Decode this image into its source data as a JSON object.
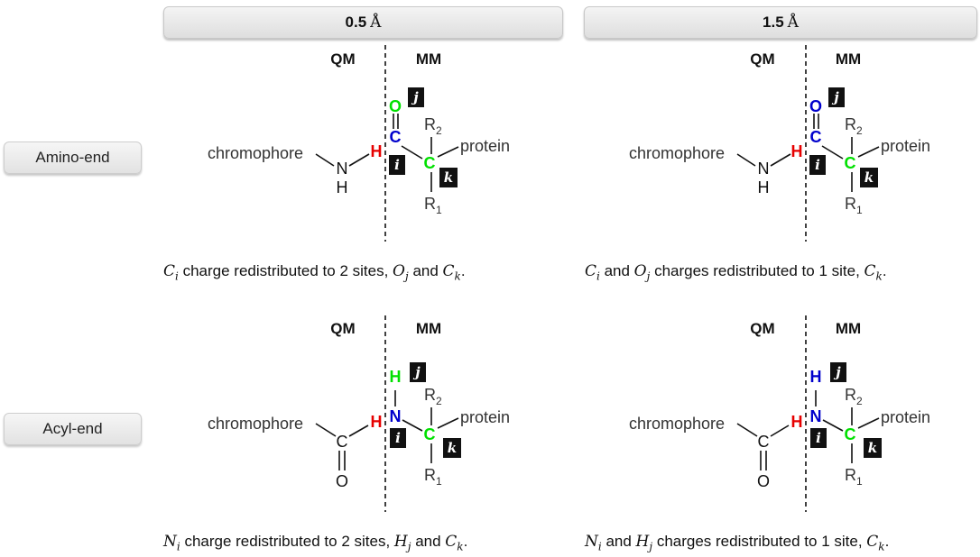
{
  "columns": [
    {
      "value": "0.5",
      "unit": "Å"
    },
    {
      "value": "1.5",
      "unit": "Å"
    }
  ],
  "rows": [
    "Amino-end",
    "Acyl-end"
  ],
  "labels": {
    "qm": "QM",
    "mm": "MM",
    "chromophore": "chromophore",
    "protein": "protein",
    "R2": "R",
    "R2_sub": "2",
    "R1": "R",
    "R1_sub": "1",
    "badge_i": "i",
    "badge_j": "j",
    "badge_k": "k"
  },
  "atoms": {
    "amino": {
      "link": "H",
      "nh": "N",
      "nh_h": "H",
      "carbonyl_c": "C",
      "carbonyl_o": "O",
      "alpha_c": "C"
    },
    "acyl": {
      "link": "H",
      "chrom_c": "C",
      "chrom_o": "O",
      "amide_n": "N",
      "amide_h": "H",
      "alpha_c": "C"
    }
  },
  "colors": {
    "red": "#e60000",
    "blue": "#0000cc",
    "green": "#00e000",
    "black": "#111111",
    "badge": "#111111"
  },
  "captions": {
    "amino_05": {
      "a": "C",
      "a_sub": "i",
      "t1": " charge redistributed to 2 sites, ",
      "b": "O",
      "b_sub": "j",
      "t2": " and ",
      "c": "C",
      "c_sub": "k",
      "t3": "."
    },
    "amino_15": {
      "a": "C",
      "a_sub": "i",
      "t1": " and ",
      "b": "O",
      "b_sub": "j",
      "t2": " charges redistributed to 1 site, ",
      "c": "C",
      "c_sub": "k",
      "t3": "."
    },
    "acyl_05": {
      "a": "N",
      "a_sub": "i",
      "t1": " charge redistributed to 2 sites, ",
      "b": "H",
      "b_sub": "j",
      "t2": " and ",
      "c": "C",
      "c_sub": "k",
      "t3": "."
    },
    "acyl_15": {
      "a": "N",
      "a_sub": "i",
      "t1": " and ",
      "b": "H",
      "b_sub": "j",
      "t2": " charges redistributed to 1 site, ",
      "c": "C",
      "c_sub": "k",
      "t3": "."
    }
  }
}
